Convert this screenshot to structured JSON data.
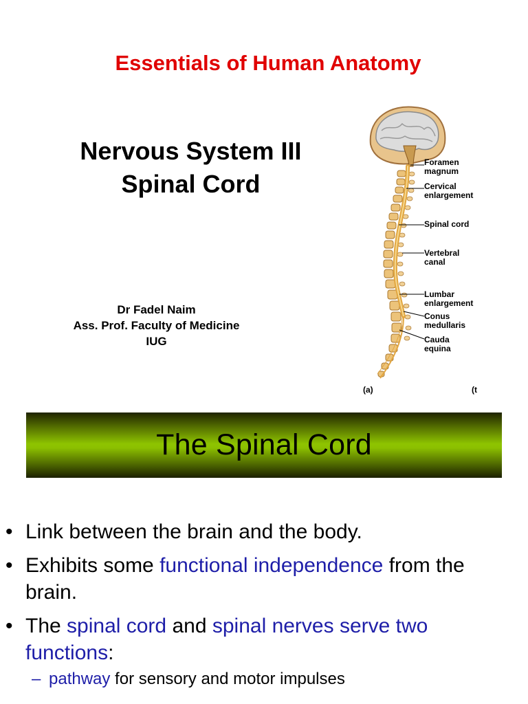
{
  "header": {
    "course_title": "Essentials of Human Anatomy"
  },
  "lecture": {
    "title_line1": "Nervous System III",
    "title_line2": "Spinal Cord"
  },
  "author": {
    "name": "Dr Fadel Naim",
    "position": "Ass. Prof. Faculty of Medicine",
    "institution": "IUG"
  },
  "figure": {
    "labels": {
      "foramen_1": "Foramen",
      "foramen_2": "magnum",
      "cervical_1": "Cervical",
      "cervical_2": "enlargement",
      "spinal_cord": "Spinal cord",
      "vertebral_1": "Vertebral",
      "vertebral_2": "canal",
      "lumbar_1": "Lumbar",
      "lumbar_2": "enlargement",
      "conus_1": "Conus",
      "conus_2": "medullaris",
      "cauda_1": "Cauda",
      "cauda_2": "equina"
    },
    "panel_a": "(a)",
    "panel_b": "(t"
  },
  "section": {
    "title": "The Spinal Cord"
  },
  "bullets": {
    "b1": "Link between the brain and the body.",
    "b2_pre": "Exhibits some ",
    "b2_blue": "functional independence",
    "b2_post": " from the brain.",
    "b3_pre": "The ",
    "b3_blue1": "spinal cord",
    "b3_mid": " and ",
    "b3_blue2": "spinal nerves serve two functions",
    "b3_post": ":",
    "sub1_blue": "pathway",
    "sub1_post": " for sensory and motor impulses",
    "bullet_char": "•",
    "dash_char": "–"
  },
  "colors": {
    "title_red": "#e00000",
    "highlight_blue": "#1e1ea8",
    "banner_green": "#8ec400"
  }
}
